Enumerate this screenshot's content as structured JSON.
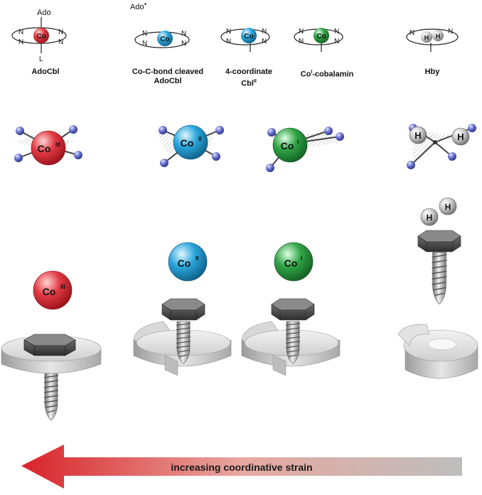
{
  "labels": {
    "adocbl": "AdoCbl",
    "cleaved_line1": "Co-C-bond cleaved",
    "cleaved_line2": "AdoCbl",
    "four_line1": "4-coordinate",
    "four_line2_base": "Cbl",
    "four_line2_sup": "II",
    "co1_base": "Co",
    "co1_sup": "I",
    "co1_rest": "-cobalamin",
    "hby": "Hby"
  },
  "ligands": {
    "ado": "Ado",
    "ado_radical": "Ado",
    "radical_mark": "•",
    "axial": "L",
    "nitrogen": "N",
    "hydrogen": "H"
  },
  "metals": {
    "co3": {
      "symbol": "Co",
      "ox": "III",
      "color": "#e23a44"
    },
    "co2": {
      "symbol": "Co",
      "ox": "II",
      "color": "#2aa6dc"
    },
    "co1": {
      "symbol": "Co",
      "ox": "I",
      "color": "#2fa545"
    },
    "h": {
      "symbol": "H",
      "color": "#c8c8c8"
    }
  },
  "arrow": {
    "label": "increasing coordinative strain",
    "color_start": "#d9232a",
    "color_end": "#bdbdbd"
  }
}
